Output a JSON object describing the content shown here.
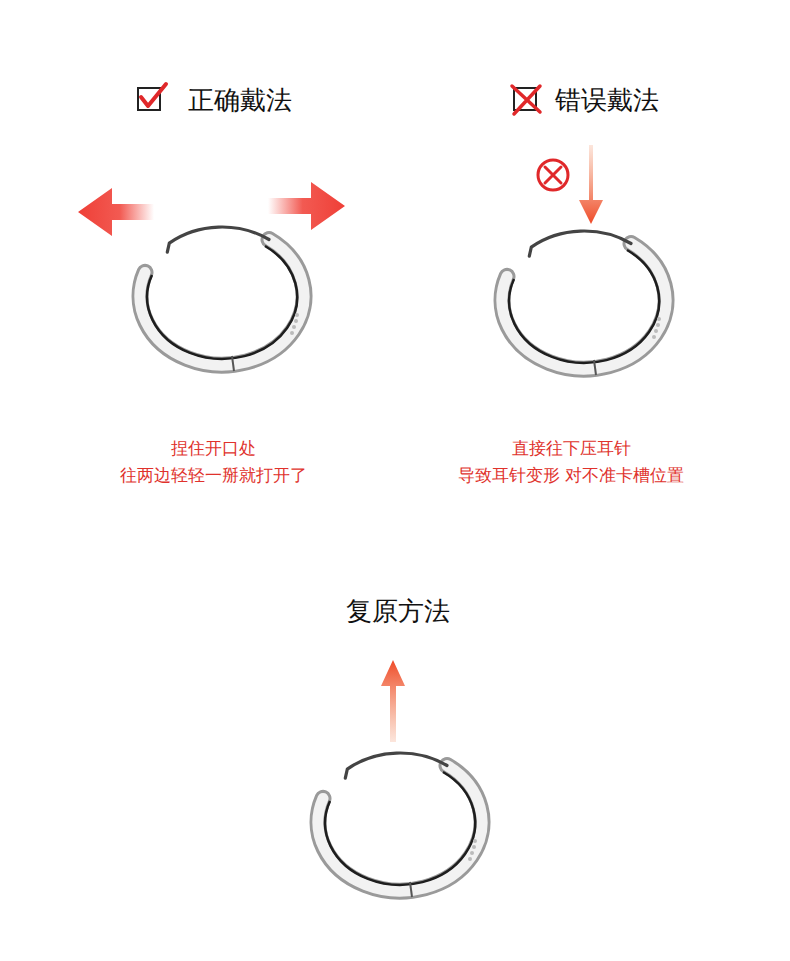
{
  "diagram": {
    "labels": [
      "正确戴法",
      "错误戴法",
      "捏住开口处 往两边轻轻一掰就打开了",
      "直接往下压耳针 导致耳针变形 对不准卡槽位置",
      "复原方法"
    ]
  }
}
